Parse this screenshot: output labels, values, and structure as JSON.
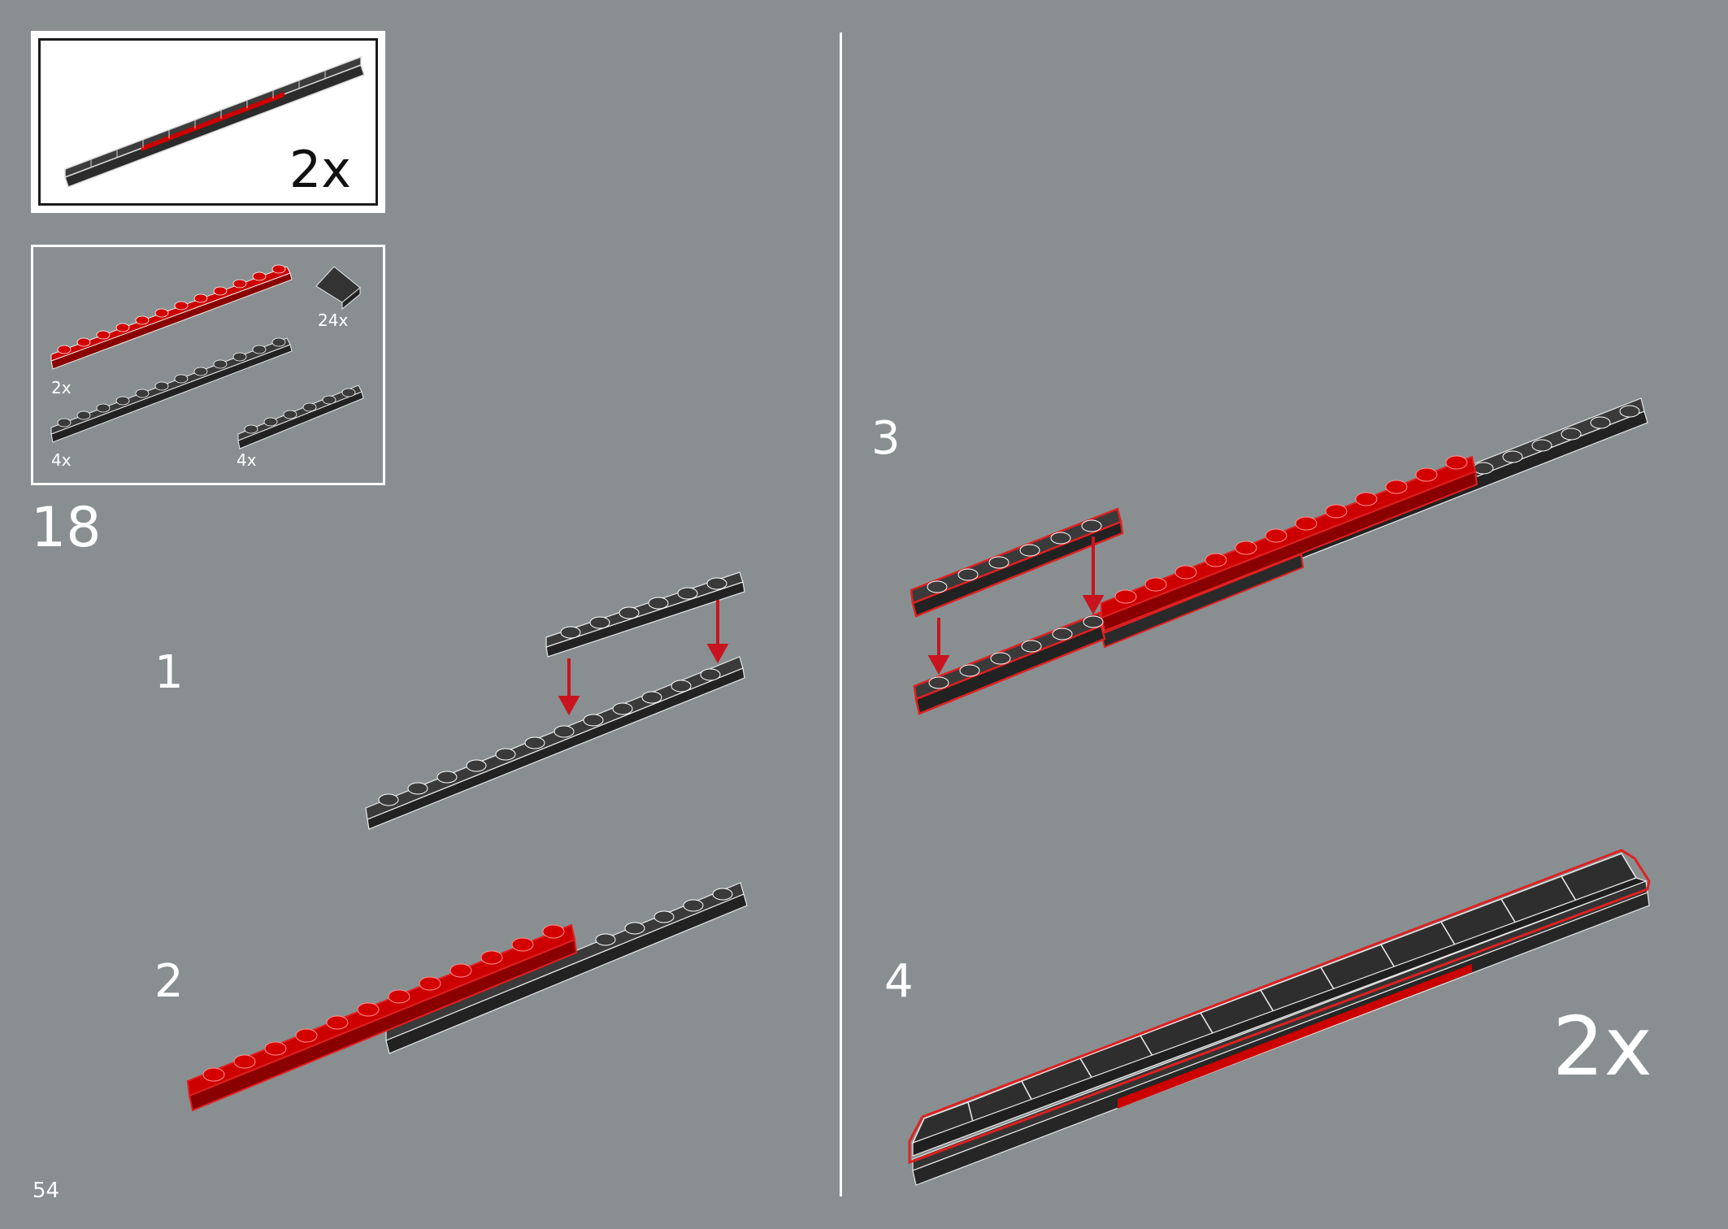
{
  "page": {
    "number": "54",
    "step_number": "18"
  },
  "result_callout": {
    "count": "2x"
  },
  "parts_list": [
    {
      "name": "red-plate-1x12",
      "qty": "2x"
    },
    {
      "name": "black-slope-tile",
      "qty": "24x"
    },
    {
      "name": "black-plate-1x12",
      "qty": "4x"
    },
    {
      "name": "black-plate-1x6",
      "qty": "4x"
    }
  ],
  "sub_steps": [
    {
      "label": "1"
    },
    {
      "label": "2"
    },
    {
      "label": "3"
    },
    {
      "label": "4"
    }
  ],
  "final_count": "2x",
  "colors": {
    "background": "#898f91",
    "brick_black": "#333333",
    "brick_red": "#cc0000",
    "highlight": "#e02020"
  }
}
